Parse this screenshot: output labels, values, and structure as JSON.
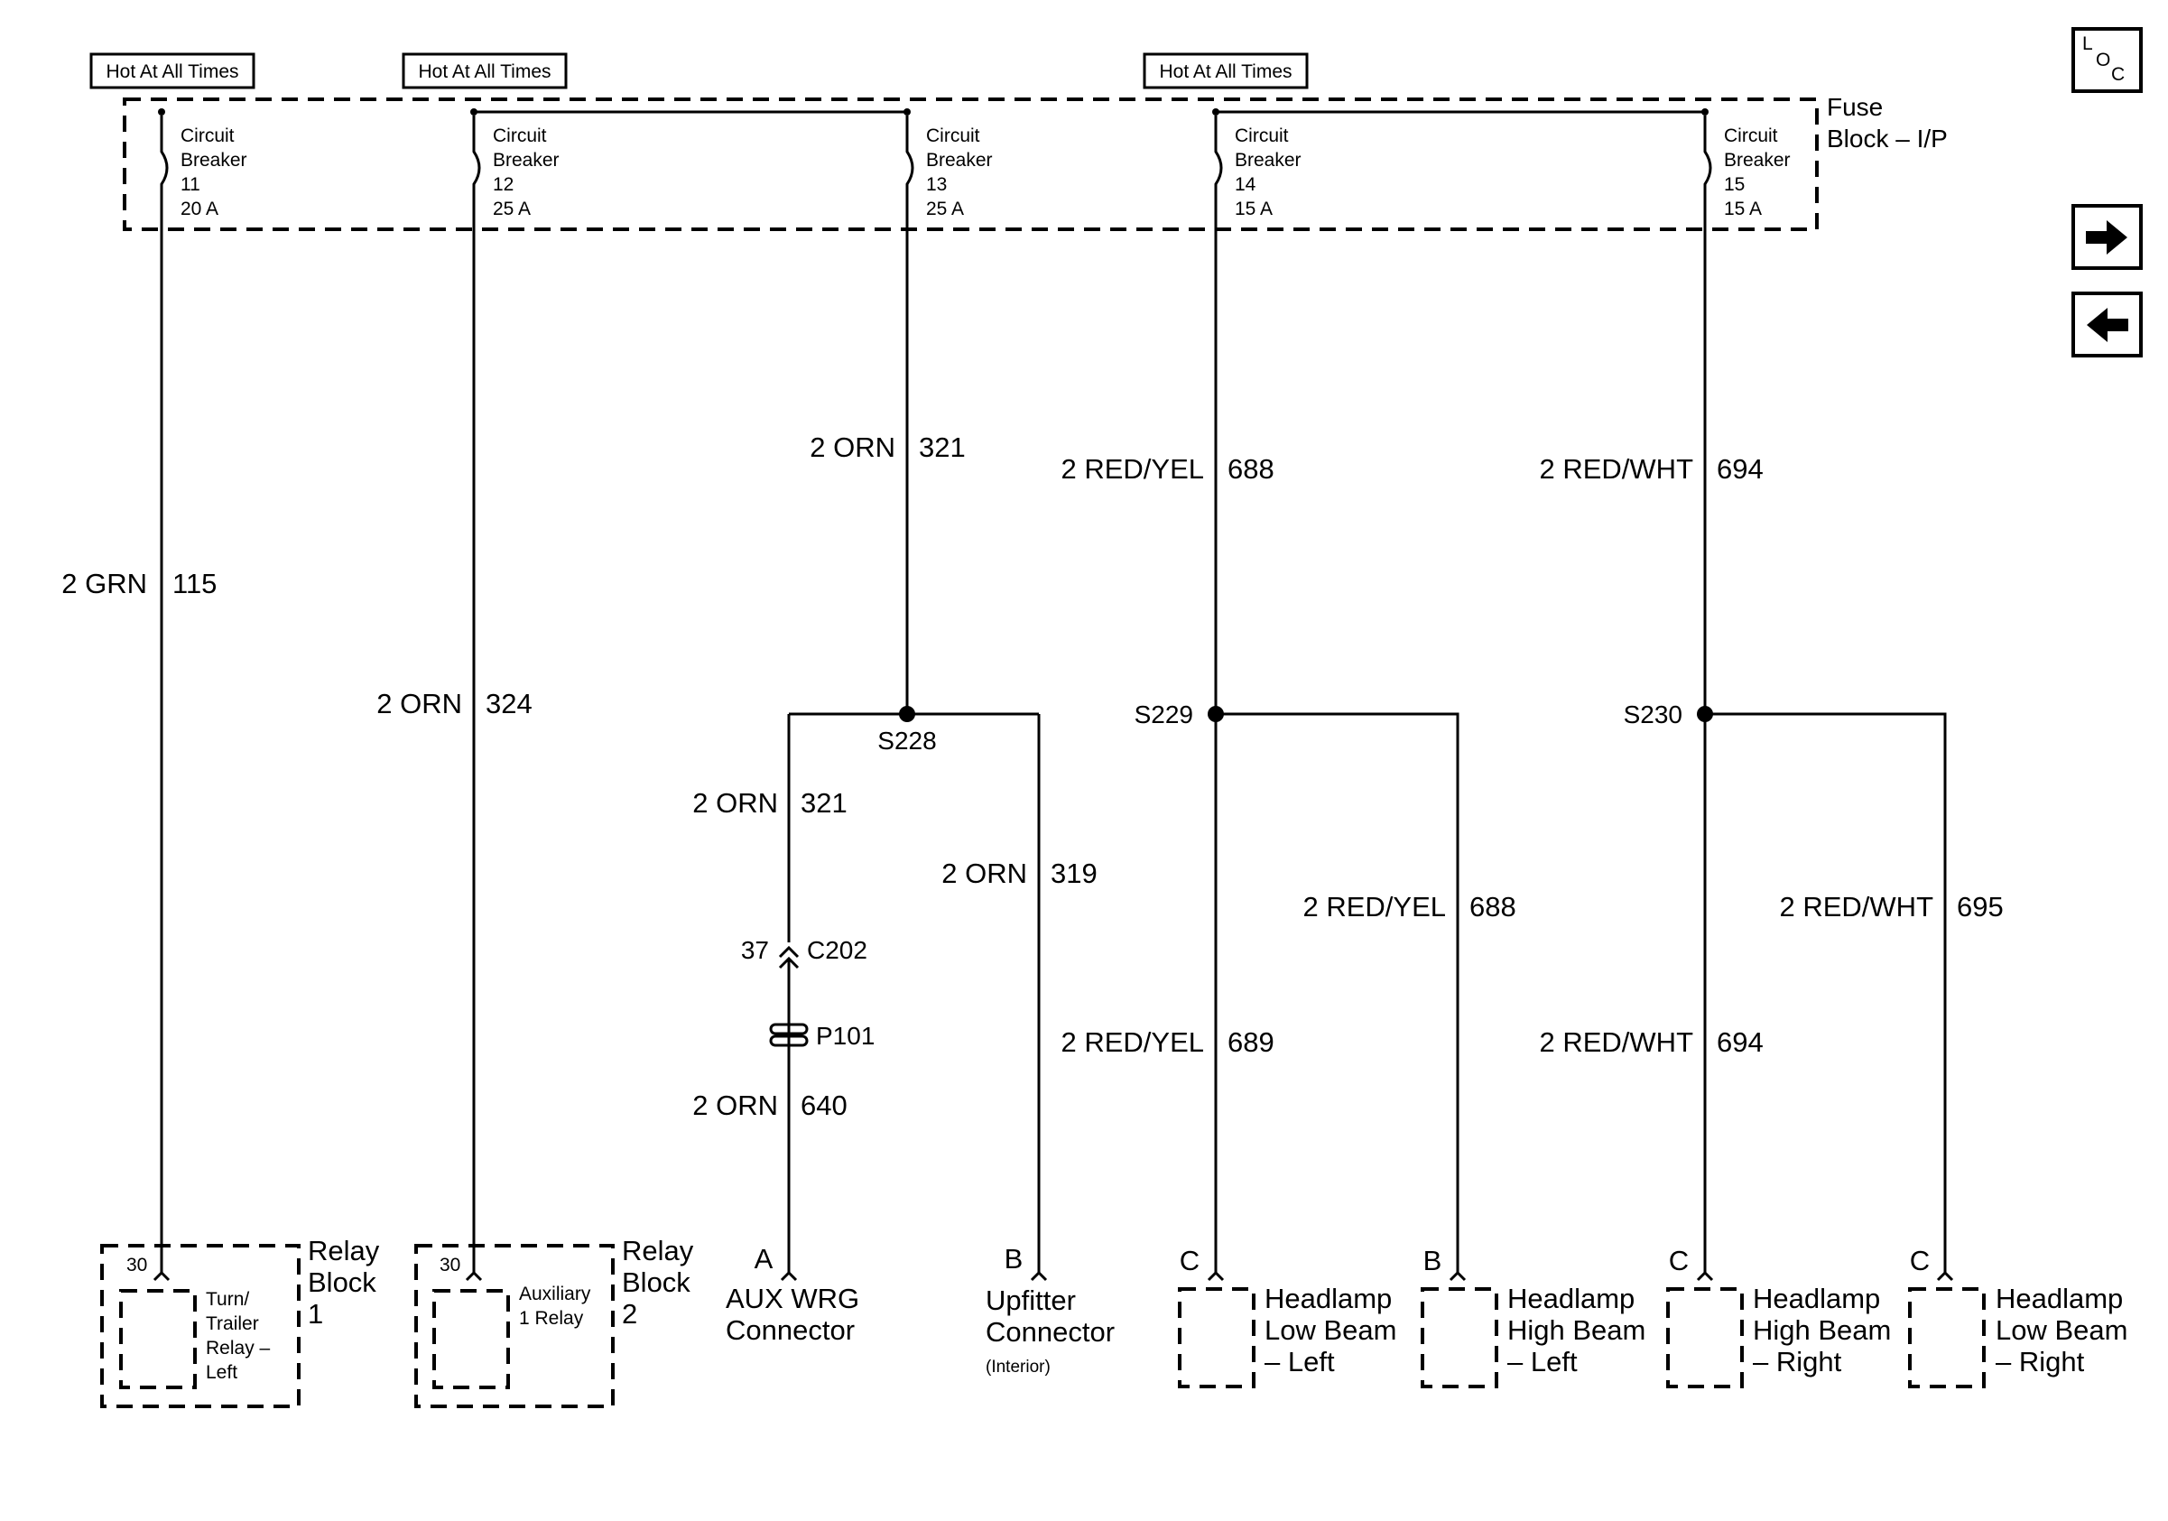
{
  "hot_label": "Hot At All Times",
  "fuse_block": {
    "line1": "Fuse",
    "line2": "Block – I/P"
  },
  "breakers": [
    {
      "l1": "Circuit",
      "l2": "Breaker",
      "num": "11",
      "amp": "20 A"
    },
    {
      "l1": "Circuit",
      "l2": "Breaker",
      "num": "12",
      "amp": "25 A"
    },
    {
      "l1": "Circuit",
      "l2": "Breaker",
      "num": "13",
      "amp": "25 A"
    },
    {
      "l1": "Circuit",
      "l2": "Breaker",
      "num": "14",
      "amp": "15 A"
    },
    {
      "l1": "Circuit",
      "l2": "Breaker",
      "num": "15",
      "amp": "15 A"
    }
  ],
  "wires": [
    {
      "color": "2 GRN",
      "circuit": "115"
    },
    {
      "color": "2 ORN",
      "circuit": "324"
    },
    {
      "color": "2 ORN",
      "circuit": "321"
    },
    {
      "color": "2 RED/YEL",
      "circuit": "688"
    },
    {
      "color": "2 RED/WHT",
      "circuit": "694"
    },
    {
      "color": "2 ORN",
      "circuit": "321"
    },
    {
      "color": "2 ORN",
      "circuit": "319"
    },
    {
      "color": "2 RED/YEL",
      "circuit": "688"
    },
    {
      "color": "2 RED/WHT",
      "circuit": "695"
    },
    {
      "color": "2 ORN",
      "circuit": "640"
    },
    {
      "color": "2 RED/YEL",
      "circuit": "689"
    },
    {
      "color": "2 RED/WHT",
      "circuit": "694"
    }
  ],
  "splices": [
    "S228",
    "S229",
    "S230"
  ],
  "c202": {
    "pin": "37",
    "name": "C202"
  },
  "p101": "P101",
  "relay_blocks": [
    {
      "pin": "30",
      "relay": [
        "Turn/",
        "Trailer",
        "Relay –",
        "Left"
      ],
      "block": [
        "Relay",
        "Block",
        "1"
      ]
    },
    {
      "pin": "30",
      "relay": [
        "Auxiliary",
        "1 Relay"
      ],
      "block": [
        "Relay",
        "Block",
        "2"
      ]
    }
  ],
  "endpoints": [
    {
      "pin": "A",
      "label": [
        "AUX WRG",
        "Connector"
      ]
    },
    {
      "pin": "B",
      "label": [
        "Upfitter",
        "Connector"
      ],
      "sub": "(Interior)"
    },
    {
      "pin": "C",
      "label": [
        "Headlamp",
        "Low Beam",
        "– Left"
      ]
    },
    {
      "pin": "B",
      "label": [
        "Headlamp",
        "High Beam",
        "– Left"
      ]
    },
    {
      "pin": "C",
      "label": [
        "Headlamp",
        "High Beam",
        "– Right"
      ]
    },
    {
      "pin": "C",
      "label": [
        "Headlamp",
        "Low Beam",
        "– Right"
      ]
    }
  ],
  "nav": {
    "loc_letters": [
      "L",
      "O",
      "C"
    ],
    "next_icon": "arrow-right-icon",
    "prev_icon": "arrow-left-icon"
  }
}
